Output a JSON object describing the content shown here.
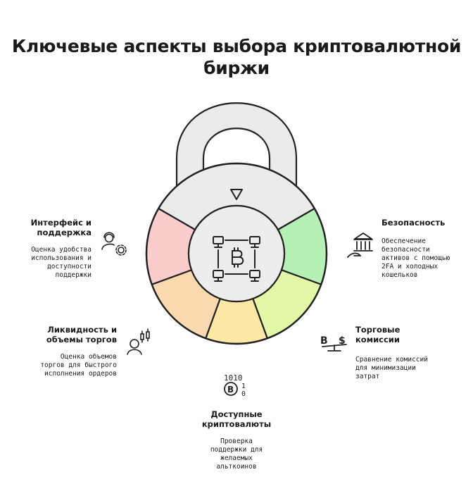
{
  "title": {
    "line1": "Ключевые аспекты выбора криптовалютной",
    "line2": "биржи"
  },
  "segments": [
    {
      "heading1": "Безопасность",
      "heading2": "",
      "desc": [
        "Обеспечение",
        "безопасности",
        "активов с помощью",
        "2FA и холодных",
        "кошельков"
      ],
      "color": "#b7f0b4",
      "icon": "bank-building-icon"
    },
    {
      "heading1": "Торговые",
      "heading2": "комиссии",
      "desc": [
        "Сравнение комиссий",
        "для минимизации",
        "затрат"
      ],
      "color": "#e2f8a6",
      "icon": "bitcoin-dollar-scale-icon"
    },
    {
      "heading1": "Доступные",
      "heading2": "криптовалюты",
      "desc": [
        "Проверка",
        "поддержки для",
        "желаемых",
        "альткоинов"
      ],
      "color": "#fde8a6",
      "icon": "bitcoin-binary-icon"
    },
    {
      "heading1": "Ликвидность и",
      "heading2": "объемы торгов",
      "desc": [
        "Оценка объемов",
        "торгов для быстрого",
        "исполнения ордеров"
      ],
      "color": "#fbd9b0",
      "icon": "trader-candlestick-icon"
    },
    {
      "heading1": "Интерфейс и",
      "heading2": "поддержка",
      "desc": [
        "Оценка удобства",
        "использования и",
        "доступности",
        "поддержки"
      ],
      "color": "#fbcccc",
      "icon": "user-support-gear-icon"
    }
  ],
  "colors": {
    "lock_body": "#ebebeb",
    "outline": "#222222"
  },
  "center_icon": "blockchain-bitcoin-icon",
  "indicator_icon": "triangle-down-icon"
}
